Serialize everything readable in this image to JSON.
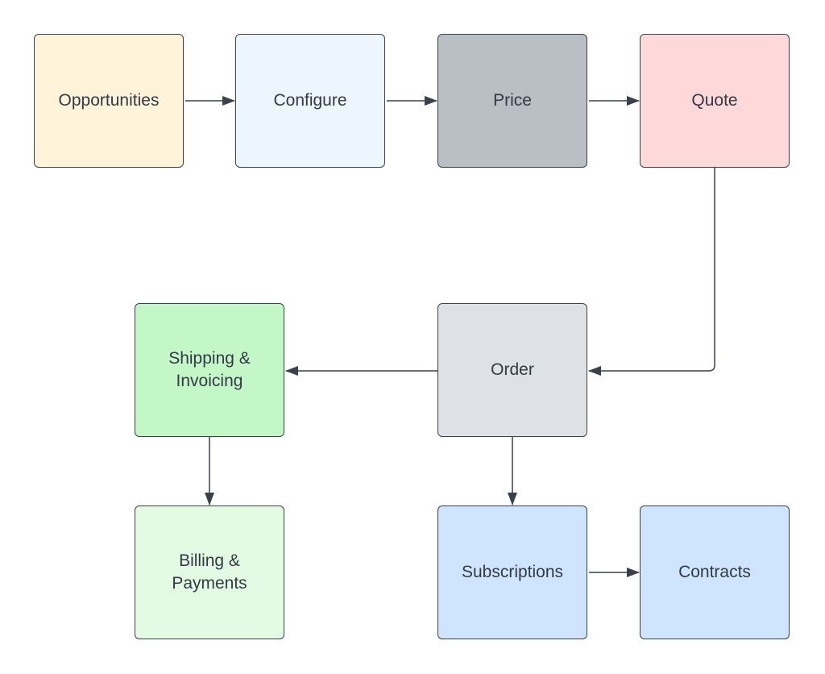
{
  "colors": {
    "line": "#3a414a",
    "text": "#333a45"
  },
  "nodes": {
    "opportunities": {
      "label": "Opportunities",
      "color": "#fff3d9"
    },
    "configure": {
      "label": "Configure",
      "color": "#edf5ff"
    },
    "price": {
      "label": "Price",
      "color": "#babec5"
    },
    "quote": {
      "label": "Quote",
      "color": "#ffd9d9"
    },
    "order": {
      "label": "Order",
      "color": "#dee1e6"
    },
    "shipping": {
      "label": "Shipping &\nInvoicing",
      "color": "#c3f7c8"
    },
    "billing": {
      "label": "Billing &\nPayments",
      "color": "#e3fae3"
    },
    "subscriptions": {
      "label": "Subscriptions",
      "color": "#cfe4ff"
    },
    "contracts": {
      "label": "Contracts",
      "color": "#cfe4ff"
    }
  },
  "edges": [
    {
      "from": "opportunities",
      "to": "configure"
    },
    {
      "from": "configure",
      "to": "price"
    },
    {
      "from": "price",
      "to": "quote"
    },
    {
      "from": "quote",
      "to": "order"
    },
    {
      "from": "order",
      "to": "shipping"
    },
    {
      "from": "shipping",
      "to": "billing"
    },
    {
      "from": "order",
      "to": "subscriptions"
    },
    {
      "from": "subscriptions",
      "to": "contracts"
    }
  ]
}
